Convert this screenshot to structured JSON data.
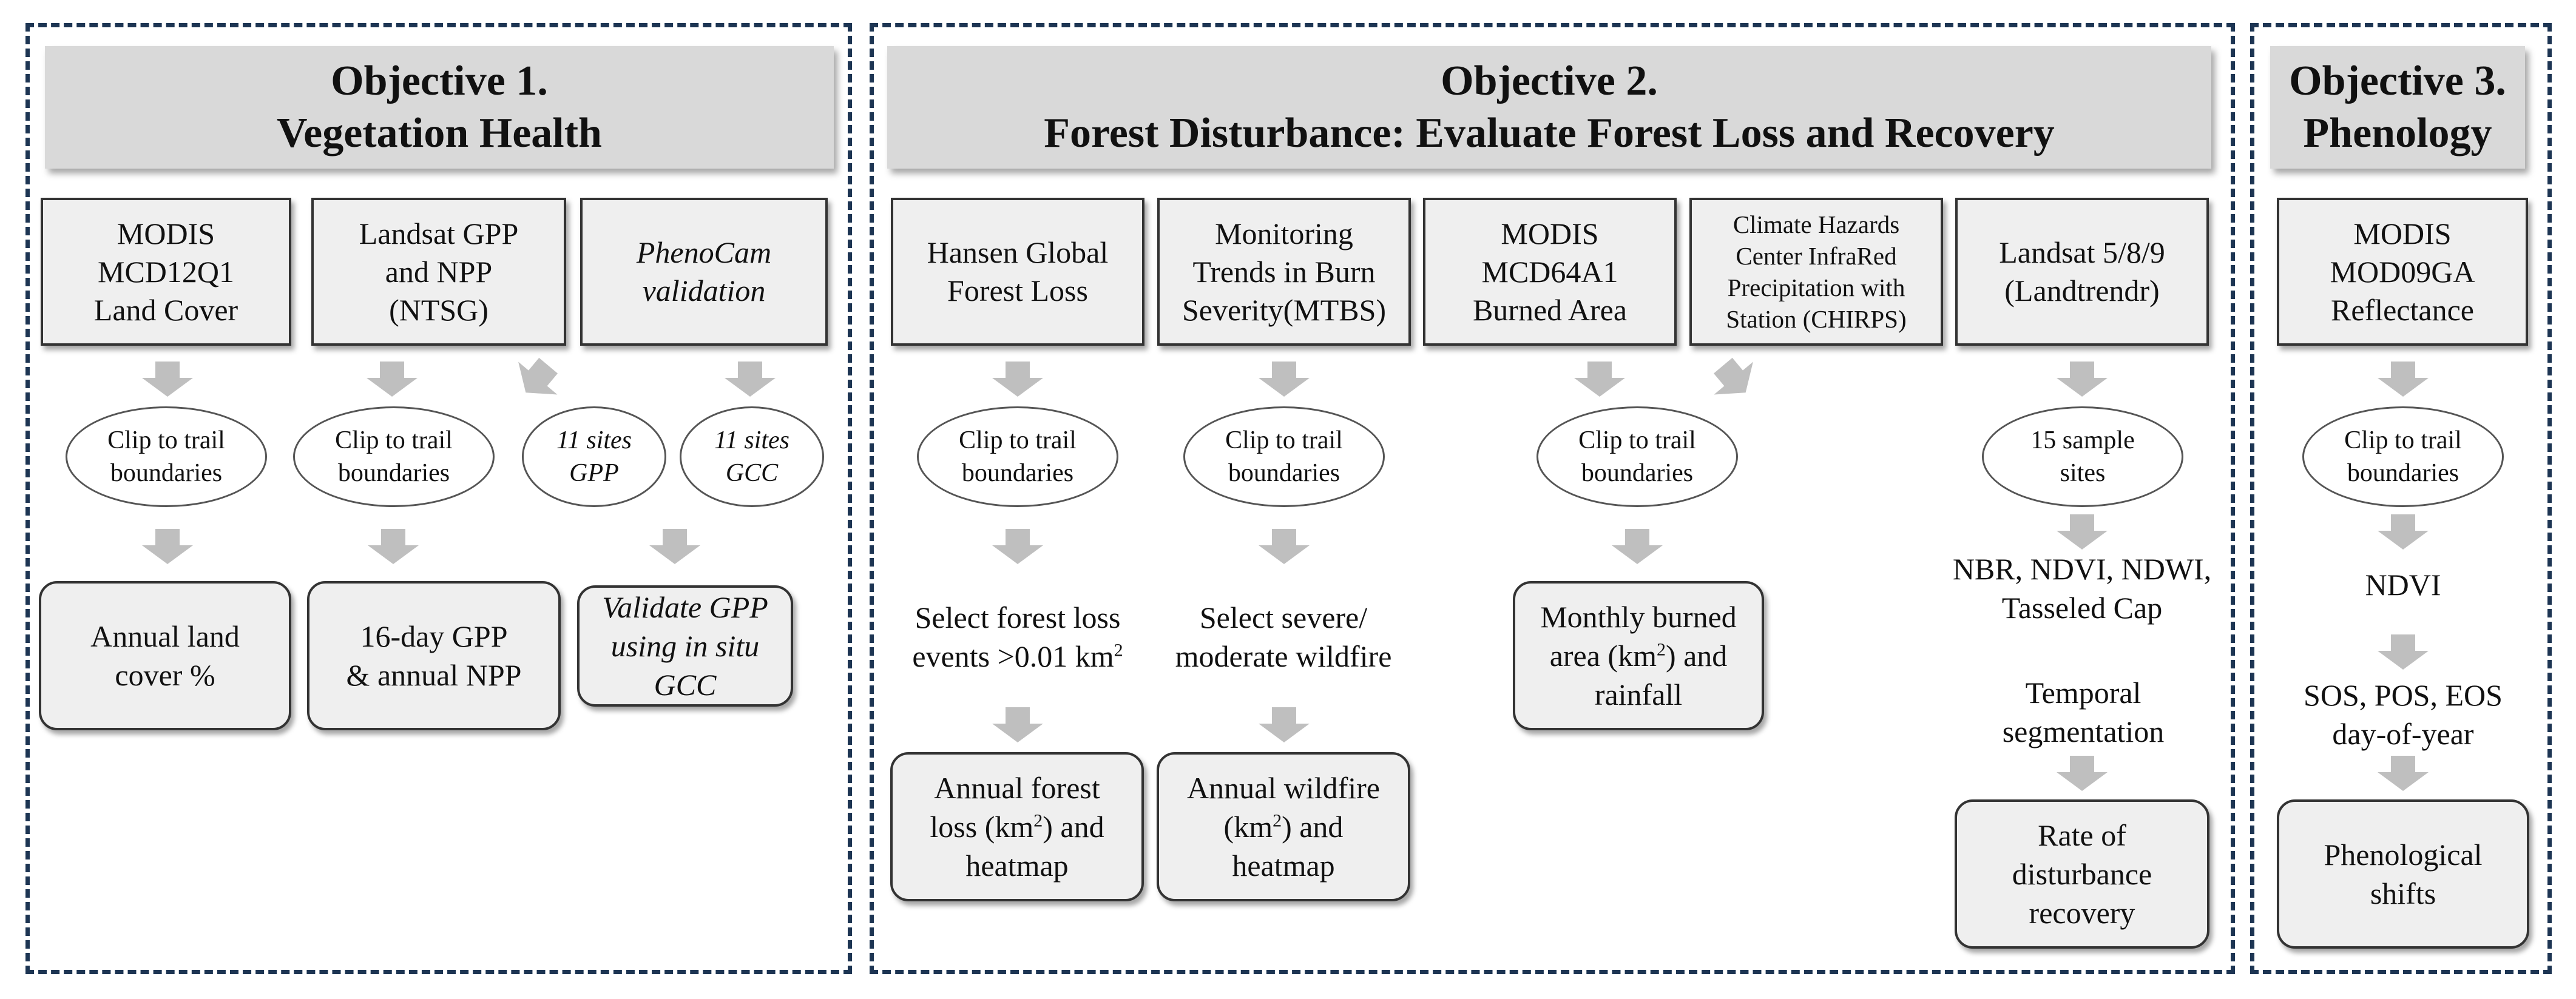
{
  "objective1": {
    "header": {
      "line1": "Objective 1.",
      "line2": "Vegetation Health"
    },
    "modis": {
      "line1": "MODIS",
      "line2": "MCD12Q1",
      "line3": "Land Cover"
    },
    "landsat": {
      "line1": "Landsat GPP",
      "line2": "and NPP",
      "line3": "(NTSG)"
    },
    "phenocam": {
      "line1": "PhenoCam",
      "line2": "validation"
    },
    "clip1": {
      "line1": "Clip to trail",
      "line2": "boundaries"
    },
    "clip2": {
      "line1": "Clip to trail",
      "line2": "boundaries"
    },
    "gpp_sites": {
      "line1": "11 sites",
      "line2": "GPP"
    },
    "gcc_sites": {
      "line1": "11 sites",
      "line2": "GCC"
    },
    "out1": {
      "line1": "Annual land",
      "line2": "cover %"
    },
    "out2": {
      "line1": "16-day GPP",
      "line2": "& annual NPP"
    },
    "out3": {
      "line1": "Validate GPP",
      "line2": "using in situ",
      "line3": "GCC"
    }
  },
  "objective2": {
    "header": {
      "line1": "Objective 2.",
      "line2": "Forest Disturbance: Evaluate Forest Loss and Recovery"
    },
    "hansen": {
      "line1": "Hansen Global",
      "line2": "Forest Loss"
    },
    "mtbs": {
      "line1": "Monitoring",
      "line2": "Trends in Burn",
      "line3": "Severity(MTBS)"
    },
    "mcd64": {
      "line1": "MODIS",
      "line2": "MCD64A1",
      "line3": "Burned Area"
    },
    "chirps": {
      "line1": "Climate Hazards",
      "line2": "Center InfraRed",
      "line3": "Precipitation with",
      "line4": "Station (CHIRPS)"
    },
    "landtrendr": {
      "line1": "Landsat 5/8/9",
      "line2": "(Landtrendr)"
    },
    "clip_a": {
      "line1": "Clip to trail",
      "line2": "boundaries"
    },
    "clip_b": {
      "line1": "Clip to trail",
      "line2": "boundaries"
    },
    "clip_c": {
      "line1": "Clip to trail",
      "line2": "boundaries"
    },
    "sample_sites": {
      "line1": "15 sample",
      "line2": "sites"
    },
    "select_loss": {
      "line1": "Select forest loss",
      "line2a": "events >0.01 km",
      "sup": "2"
    },
    "select_fire": {
      "line1": "Select severe/",
      "line2": "moderate wildfire"
    },
    "indices": {
      "line1": "NBR, NDVI, NDWI,",
      "line2": "Tasseled Cap"
    },
    "temporal": {
      "line1": "Temporal",
      "line2": "segmentation"
    },
    "out_loss": {
      "line1": "Annual forest",
      "line2a": "loss (km",
      "sup": "2",
      "line2b": ") and",
      "line3": "heatmap"
    },
    "out_fire": {
      "line1": "Annual wildfire",
      "line2a": "(km",
      "sup": "2",
      "line2b": ") and",
      "line3": "heatmap"
    },
    "out_burn": {
      "line1": "Monthly burned",
      "line2a": "area (km",
      "sup": "2",
      "line2b": ") and",
      "line3": "rainfall"
    },
    "out_rate": {
      "line1": "Rate of",
      "line2": "disturbance",
      "line3": "recovery"
    }
  },
  "objective3": {
    "header": {
      "line1": "Objective 3.",
      "line2": "Phenology"
    },
    "mod09": {
      "line1": "MODIS",
      "line2": "MOD09GA",
      "line3": "Reflectance"
    },
    "clip": {
      "line1": "Clip to trail",
      "line2": "boundaries"
    },
    "ndvi": "NDVI",
    "metrics": {
      "line1": "SOS, POS, EOS",
      "line2": "day-of-year"
    },
    "out": {
      "line1": "Phenological",
      "line2": "shifts"
    }
  }
}
